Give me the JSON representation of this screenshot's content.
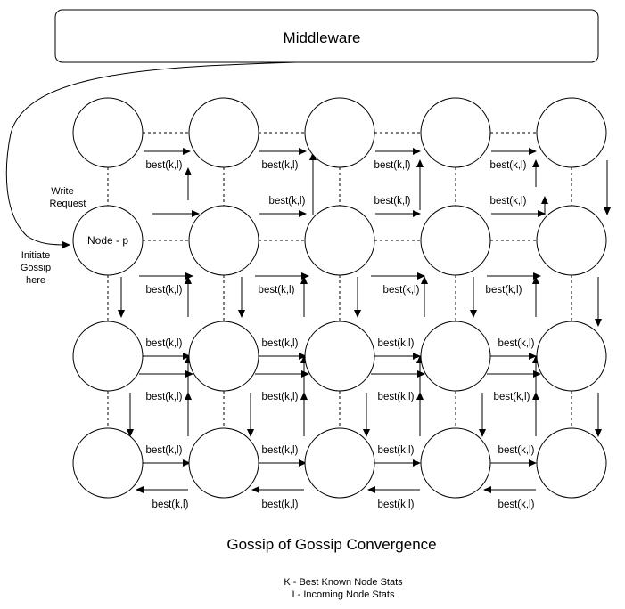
{
  "middleware": {
    "label": "Middleware"
  },
  "nodes": {
    "rows": 4,
    "cols": 5,
    "labeled": [
      {
        "row": 1,
        "col": 0,
        "label": "Node - p"
      }
    ]
  },
  "annotations": {
    "write_request": [
      "Write",
      "Request"
    ],
    "initiate_gossip": [
      "Initiate",
      "Gossip",
      "here"
    ]
  },
  "edge_label_text": "best(k,l)",
  "footer": {
    "title": "Gossip of Gossip Convergence",
    "legend": [
      "K - Best Known Node Stats",
      "I - Incoming Node Stats"
    ]
  }
}
